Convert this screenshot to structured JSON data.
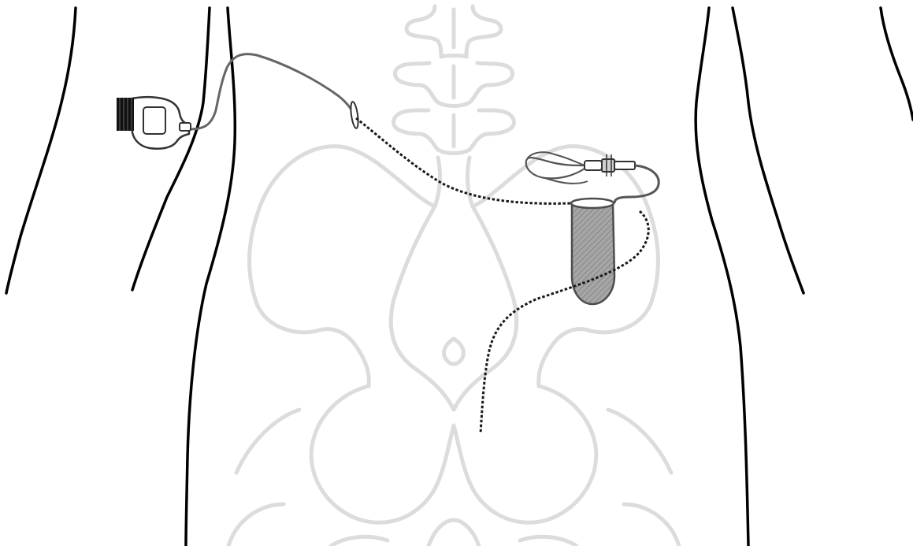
{
  "diagram": {
    "colors": {
      "background": "#ffffff",
      "body_outline": "#000000",
      "skeleton_outline": "#dcdcdc",
      "tube_solid": "#666666",
      "tube_dotted": "#1a1a1a",
      "implant_fill": "#a6a6a6",
      "implant_stroke": "#4d4d4d",
      "device_body": "#ffffff",
      "device_stroke": "#333333",
      "device_cap": "#111111"
    },
    "parts": [
      "body-outline",
      "arm-outline-left",
      "arm-outline-right",
      "spine-skeleton",
      "pelvis-skeleton",
      "external-pump-device",
      "external-tubing",
      "skin-entry-port",
      "subcutaneous-catheter",
      "connector-assembly",
      "implanted-reservoir",
      "intraperitoneal-catheter"
    ]
  }
}
